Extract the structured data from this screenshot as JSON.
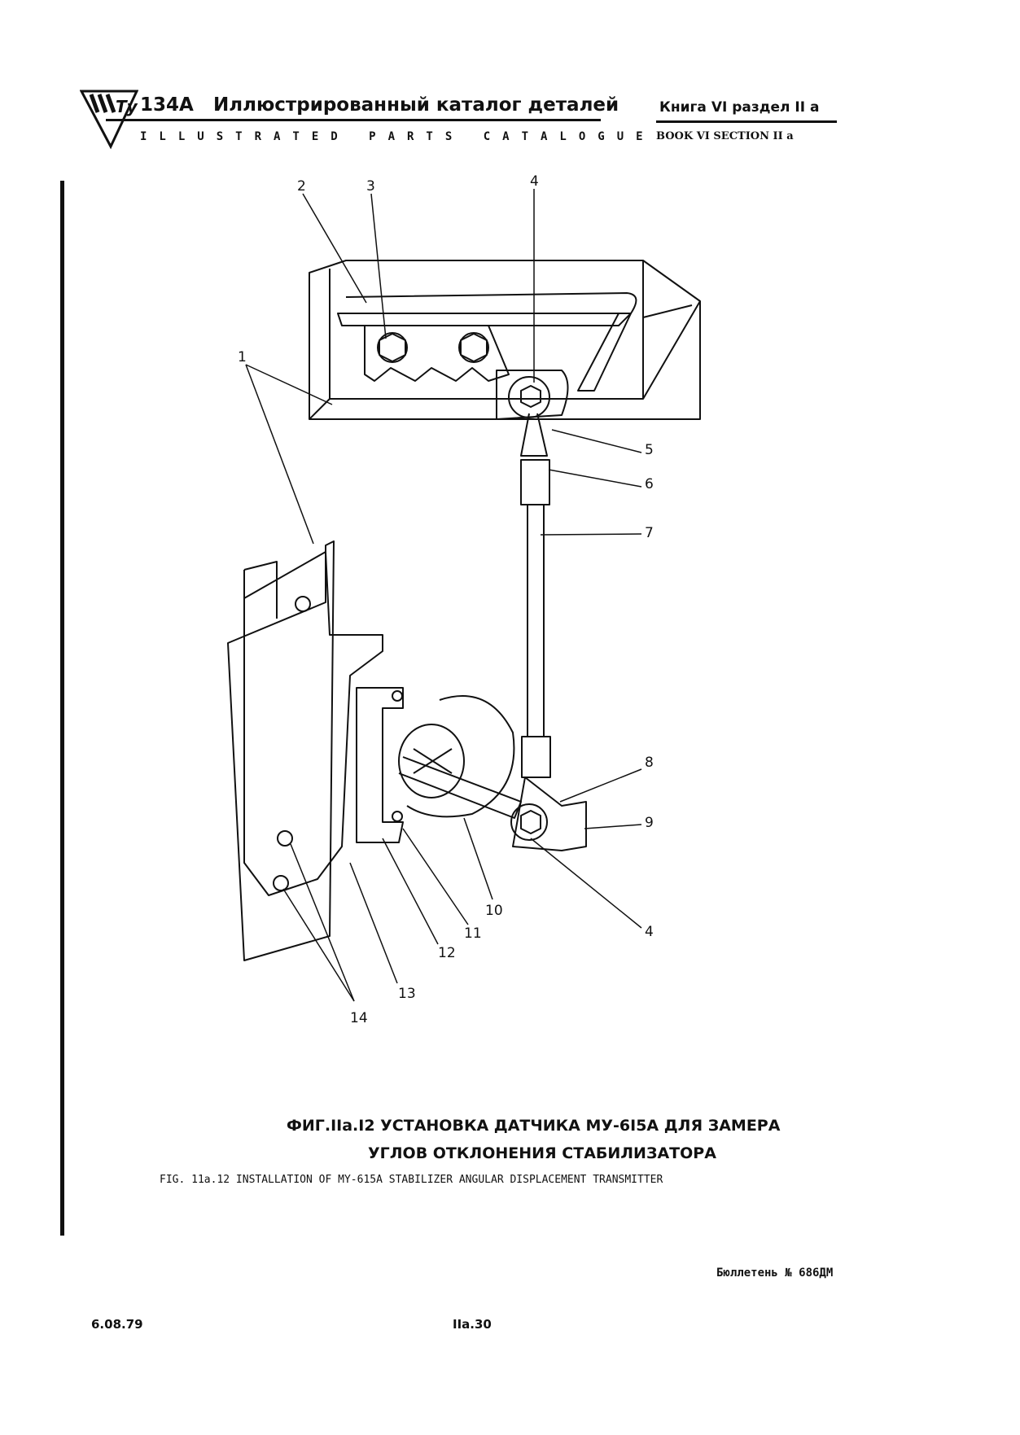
{
  "header": {
    "logo_text": "Ту",
    "model": "134А",
    "title_ru": "Иллюстрированный  каталог деталей",
    "title_en": "ILLUSTRATED PARTS CATALOGUE",
    "book_ru": "Книга VI раздел II а",
    "book_en": "BOOK VI SECTION II a"
  },
  "figure": {
    "callouts": [
      "1",
      "2",
      "3",
      "4",
      "5",
      "6",
      "7",
      "8",
      "9",
      "4",
      "10",
      "11",
      "12",
      "13",
      "14"
    ],
    "caption_ru_line1": "ФИГ.IIа.I2  УСТАНОВКА ДАТЧИКА МУ-6I5А ДЛЯ ЗАМЕРА",
    "caption_ru_line2": "УГЛОВ ОТКЛОНЕНИЯ СТАБИЛИЗАТОРА",
    "caption_en": "FIG. 11a.12 INSTALLATION OF MY-615A STABILIZER ANGULAR DISPLACEMENT TRANSMITTER"
  },
  "footer": {
    "bulletin": "Бюллетень № 686ДМ",
    "date": "6.08.79",
    "page": "IIа.30"
  }
}
